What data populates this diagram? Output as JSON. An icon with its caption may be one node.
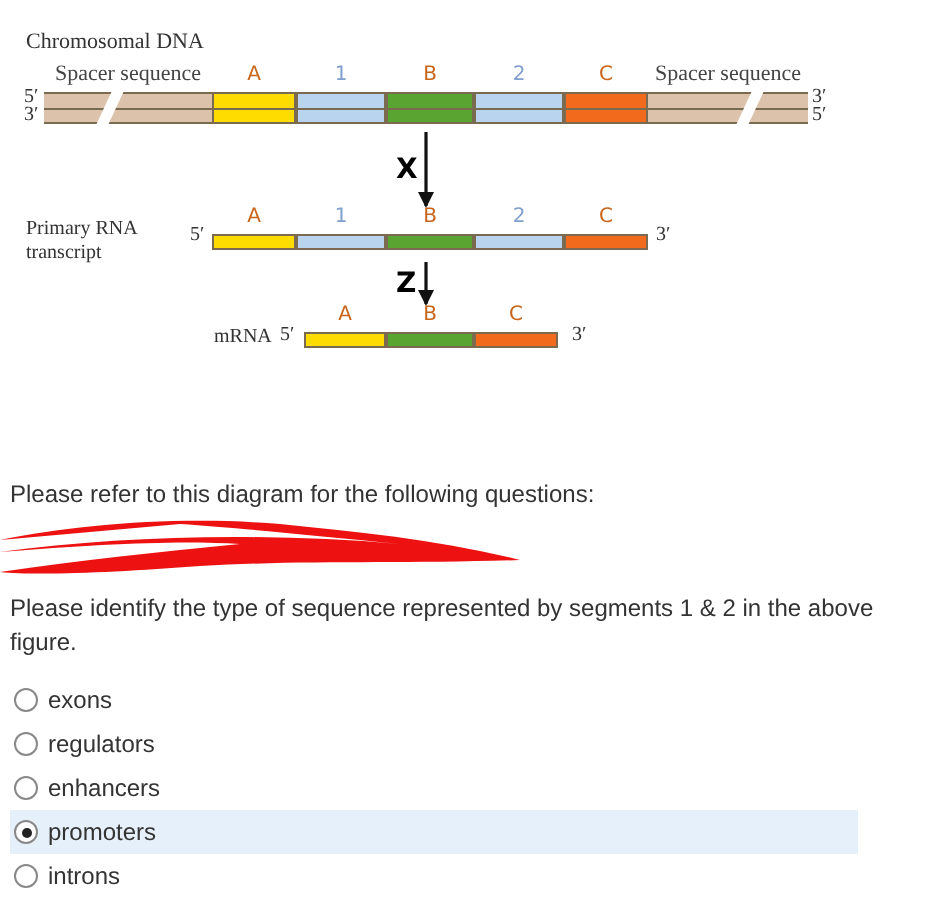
{
  "diagram": {
    "nodes": [
      {
        "text": [
          "Chromosomal DNA"
        ],
        "beside": [
          "5′",
          "3′",
          "3′",
          "5′"
        ]
      },
      {
        "text": [
          "Spacer sequence"
        ],
        "in": 0
      },
      {
        "text": [
          "A"
        ],
        "in": 0
      },
      {
        "text": [
          "1"
        ],
        "in": 0
      },
      {
        "text": [
          "B"
        ],
        "in": 0
      },
      {
        "text": [
          "2"
        ],
        "in": 0
      },
      {
        "text": [
          "C"
        ],
        "in": 0
      },
      {
        "text": [
          "Spacer sequence"
        ],
        "in": 0
      },
      {
        "text": [
          "Primary RNA transcript"
        ],
        "beside": [
          "5′",
          "3′"
        ]
      },
      {
        "text": [
          "A"
        ],
        "in": 8
      },
      {
        "text": [
          "1"
        ],
        "in": 8
      },
      {
        "text": [
          "B"
        ],
        "in": 8
      },
      {
        "text": [
          "2"
        ],
        "in": 8
      },
      {
        "text": [
          "C"
        ],
        "in": 8
      },
      {
        "text": [
          "mRNA"
        ],
        "beside": [
          "5′",
          "3′"
        ]
      },
      {
        "text": [
          "A"
        ],
        "in": 14
      },
      {
        "text": [
          "B"
        ],
        "in": 14
      },
      {
        "text": [
          "C"
        ],
        "in": 14
      }
    ],
    "edges": [
      {
        "from": 0,
        "to": 8,
        "arrow": "to",
        "label": "X"
      },
      {
        "from": 8,
        "to": 14,
        "arrow": "to",
        "label": "Z"
      }
    ],
    "labels": [
      "Please refer to this diagram for the following questions:",
      "Please identify the type of sequence represented by segments 1 & 2 in the above figure.",
      "exons",
      "regulators",
      "enhancers",
      "promoters",
      "introns"
    ]
  }
}
